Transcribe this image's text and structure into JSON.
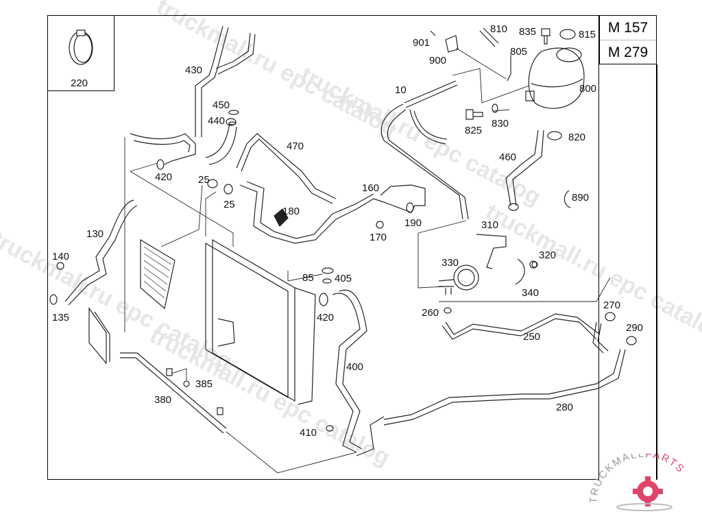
{
  "diagram": {
    "title": "Cooling system hoses and coolant expansion tank",
    "model_codes": [
      "M 157",
      "M 279"
    ],
    "inset_part": "220",
    "part_labels": [
      {
        "id": "810"
      },
      {
        "id": "835"
      },
      {
        "id": "815"
      },
      {
        "id": "901"
      },
      {
        "id": "805"
      },
      {
        "id": "900"
      },
      {
        "id": "800"
      },
      {
        "id": "10"
      },
      {
        "id": "825"
      },
      {
        "id": "830"
      },
      {
        "id": "820"
      },
      {
        "id": "460"
      },
      {
        "id": "890"
      },
      {
        "id": "430"
      },
      {
        "id": "450"
      },
      {
        "id": "440"
      },
      {
        "id": "470"
      },
      {
        "id": "420"
      },
      {
        "id": "25"
      },
      {
        "id": "25"
      },
      {
        "id": "160"
      },
      {
        "id": "180"
      },
      {
        "id": "190"
      },
      {
        "id": "170"
      },
      {
        "id": "130"
      },
      {
        "id": "140"
      },
      {
        "id": "135"
      },
      {
        "id": "310"
      },
      {
        "id": "320"
      },
      {
        "id": "330"
      },
      {
        "id": "340"
      },
      {
        "id": "85"
      },
      {
        "id": "405"
      },
      {
        "id": "420"
      },
      {
        "id": "260"
      },
      {
        "id": "270"
      },
      {
        "id": "250"
      },
      {
        "id": "290"
      },
      {
        "id": "400"
      },
      {
        "id": "385"
      },
      {
        "id": "380"
      },
      {
        "id": "280"
      },
      {
        "id": "410"
      }
    ]
  },
  "watermarks": [
    "truckmall.ru epc catalog",
    "truckmall.ru epc catalog",
    "truckmall.ru epc catalog",
    "truckmall.ru epc catalog",
    "truckmall.ru epc catalog"
  ],
  "logo": {
    "text_left": "TRUCKMALL",
    "text_right": "PARTS",
    "accent_color": "#e0446a",
    "gray_color": "#9a9a9a"
  }
}
